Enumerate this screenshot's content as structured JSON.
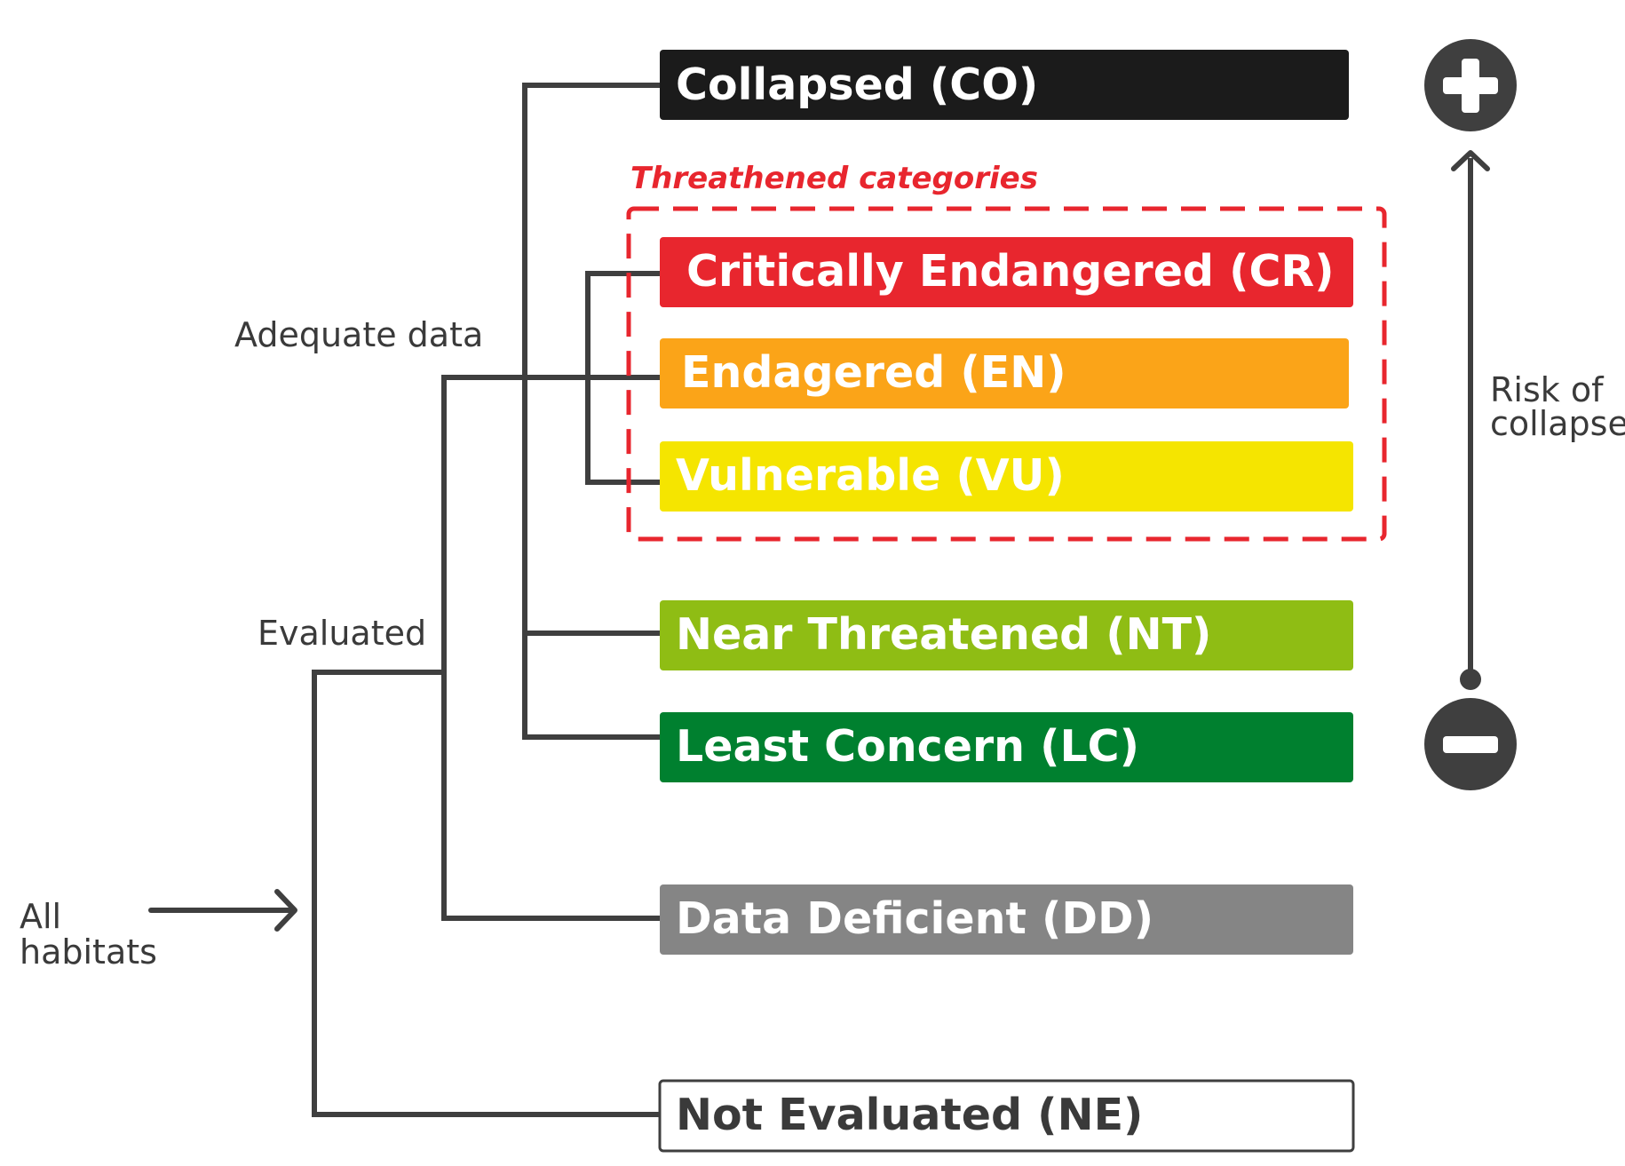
{
  "colors": {
    "line": "#3f3f3f",
    "threatened_border": "#e8262e",
    "white_text": "#ffffff",
    "dark_text": "#3a3a3a"
  },
  "categories": [
    {
      "label": "Collapsed (CO)",
      "color": "#1b1b1b",
      "text_color": "#ffffff"
    },
    {
      "label": "Critically Endangered (CR)",
      "color": "#e8262e",
      "text_color": "#ffffff"
    },
    {
      "label": "Endagered (EN)",
      "color": "#fba418",
      "text_color": "#ffffff"
    },
    {
      "label": "Vulnerable (VU)",
      "color": "#f5e500",
      "text_color": "#ffffff"
    },
    {
      "label": "Near Threatened (NT)",
      "color": "#8fbd14",
      "text_color": "#ffffff"
    },
    {
      "label": "Least Concern (LC)",
      "color": "#00802f",
      "text_color": "#ffffff"
    },
    {
      "label": "Data Deficient (DD)",
      "color": "#858585",
      "text_color": "#ffffff"
    },
    {
      "label": "Not Evaluated (NE)",
      "color": "#ffffff",
      "text_color": "#3a3a3a"
    }
  ],
  "threatened_label": "Threathened categories",
  "labels": {
    "adequate_data": "Adequate data",
    "evaluated": "Evaluated",
    "all_habitats_line1": "All",
    "all_habitats_line2": "habitats",
    "risk_line1": "Risk of",
    "risk_line2": "collapse"
  },
  "icons": {
    "more_risk": "plus-circle-icon",
    "less_risk": "minus-circle-icon",
    "arrow": "arrow-up-icon",
    "input_arrow": "arrow-right-icon"
  }
}
